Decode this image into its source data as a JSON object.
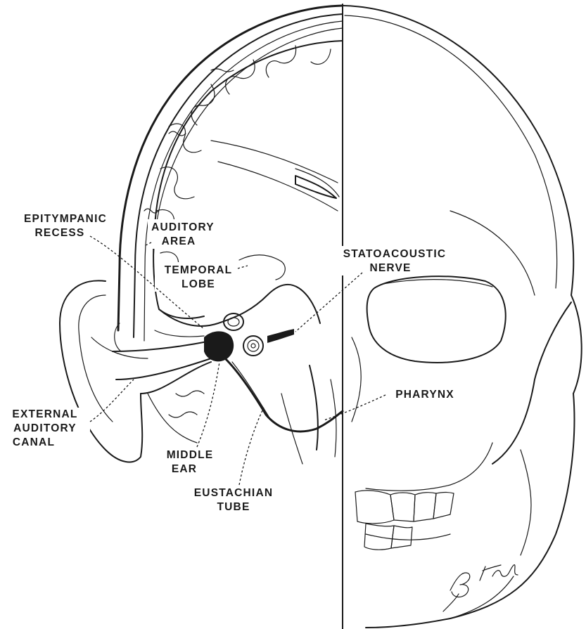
{
  "labels": {
    "epitympanic_recess": [
      "EPITYMPANIC",
      "RECESS"
    ],
    "auditory_area": [
      "AUDITORY",
      "AREA"
    ],
    "temporal_lobe": [
      "TEMPORAL",
      "LOBE"
    ],
    "statoacoustic_nerve": [
      "STATOACOUSTIC",
      "NERVE"
    ],
    "pharynx": [
      "PHARYNX"
    ],
    "external_auditory_canal": [
      "EXTERNAL",
      "AUDITORY",
      "CANAL"
    ],
    "middle_ear": [
      "MIDDLE",
      "EAR"
    ],
    "eustachian_tube": [
      "EUSTACHIAN",
      "TUBE"
    ]
  },
  "signature": "B Mellon"
}
